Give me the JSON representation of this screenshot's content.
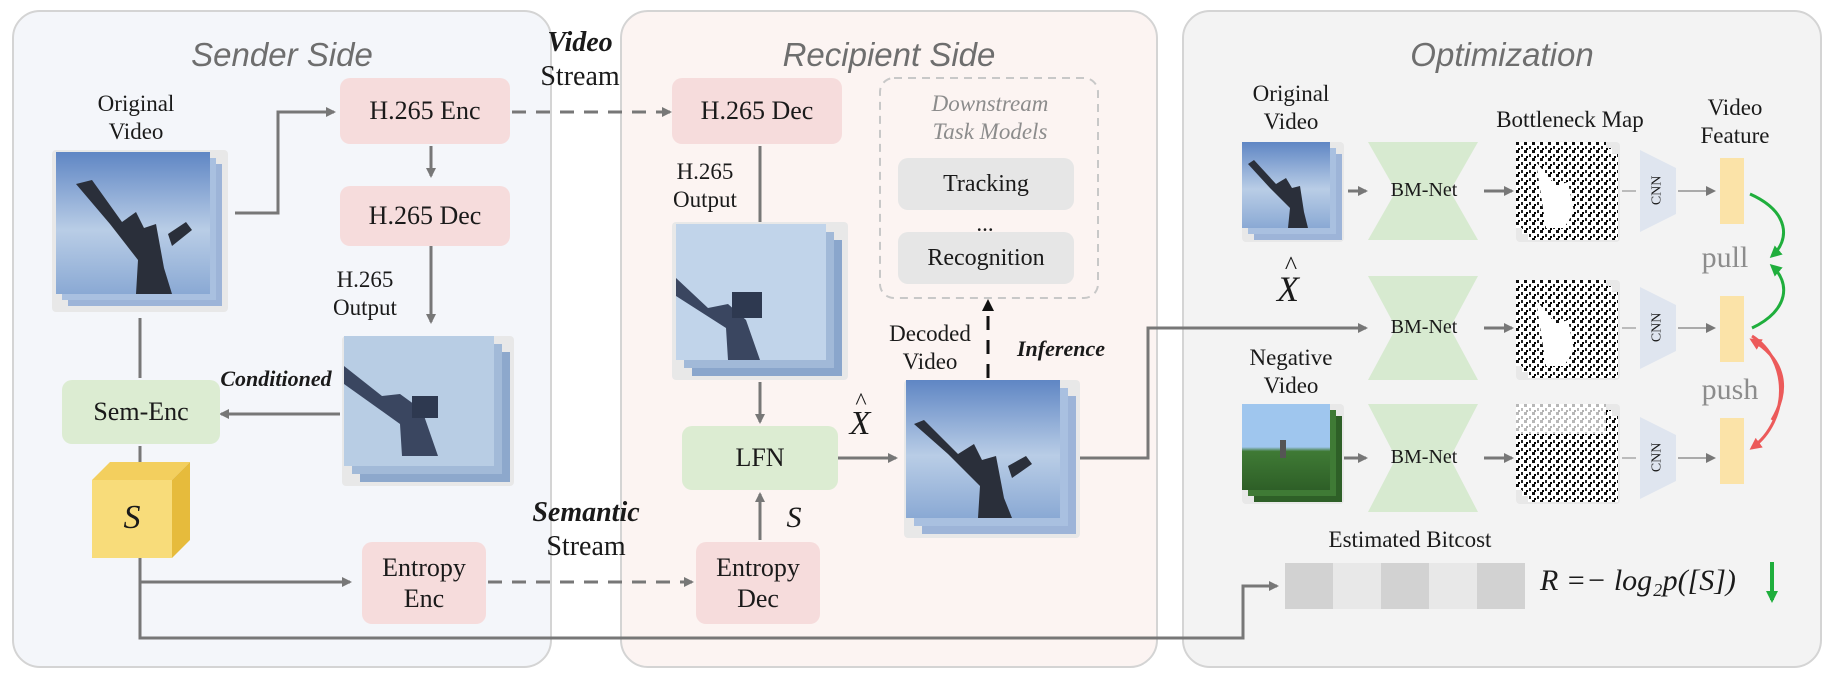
{
  "panels": {
    "sender": "Sender Side",
    "recipient": "Recipient Side",
    "optimization": "Optimization"
  },
  "sender": {
    "original_video": "Original\nVideo",
    "h265_enc": "H.265 Enc",
    "h265_dec": "H.265 Dec",
    "h265_output": "H.265\nOutput",
    "conditioned": "Conditioned",
    "sem_enc": "Sem-Enc",
    "s_symbol": "S",
    "entropy_enc": "Entropy\nEnc"
  },
  "streams": {
    "video_bold": "Video",
    "video_rest": "Stream",
    "semantic_bold": "Semantic",
    "semantic_rest": "Stream"
  },
  "recipient": {
    "h265_dec": "H.265 Dec",
    "h265_output": "H.265\nOutput",
    "downstream_title": "Downstream\nTask Models",
    "tracking": "Tracking",
    "ellipsis": "...",
    "recognition": "Recognition",
    "decoded_video": "Decoded\nVideo",
    "inference": "Inference",
    "lfn": "LFN",
    "x_hat": "X",
    "s_symbol": "S",
    "entropy_dec": "Entropy\nDec"
  },
  "optimization": {
    "original_video": "Original\nVideo",
    "bottleneck_map": "Bottleneck Map",
    "video_feature": "Video\nFeature",
    "bmnet": "BM-Net",
    "cnn": "CNN",
    "x_hat": "X",
    "negative_video": "Negative\nVideo",
    "pull": "pull",
    "push": "push",
    "estimated_bitcost": "Estimated Bitcost",
    "rate_equation": "R =− log₂p([S])"
  },
  "colors": {
    "pink_box": "#f6dcdc",
    "green_box": "#dcecd2",
    "s_cube": "#f8dc7a",
    "feature_bar": "#fbe3a8",
    "pull_arrow": "#1fae3c",
    "push_arrow": "#ec5a5a",
    "down_arrow": "#1fae3c"
  }
}
